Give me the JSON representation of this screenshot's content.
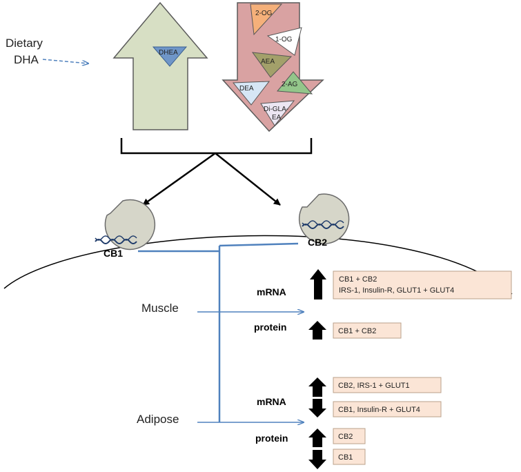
{
  "diet": {
    "line1": "Dietary",
    "line2": "DHA"
  },
  "up_arrow": {
    "label": "DHEA"
  },
  "down_arrow": {
    "og2": "2-OG",
    "og1": "1-OG",
    "aea": "AEA",
    "ag2": "2-AG",
    "dea": "DEA",
    "diglaea_line1": "Di-GLA-",
    "diglaea_line2": "EA"
  },
  "receptors": {
    "cb1": "CB1",
    "cb2": "CB2"
  },
  "tissues": {
    "muscle": "Muscle",
    "adipose": "Adipose"
  },
  "muscle": {
    "mrna_label": "mRNA",
    "mrna_box_line1": "CB1 + CB2",
    "mrna_box_line2": "IRS-1, Insulin-R, GLUT1 + GLUT4",
    "protein_label": "protein",
    "protein_box": "CB1 + CB2"
  },
  "adipose": {
    "mrna_label": "mRNA",
    "mrna_up_box": "CB2, IRS-1 + GLUT1",
    "mrna_down_box": "CB1, Insulin-R + GLUT4",
    "protein_label": "protein",
    "protein_up_box": "CB2",
    "protein_down_box": "CB1"
  },
  "colors": {
    "up_arrow_fill": "#d7dfc4",
    "down_arrow_fill": "#d9a2a2",
    "receptor_fill": "#d6d6c9",
    "box_fill": "#fbe5d6",
    "blue_line": "#4f81bd"
  }
}
